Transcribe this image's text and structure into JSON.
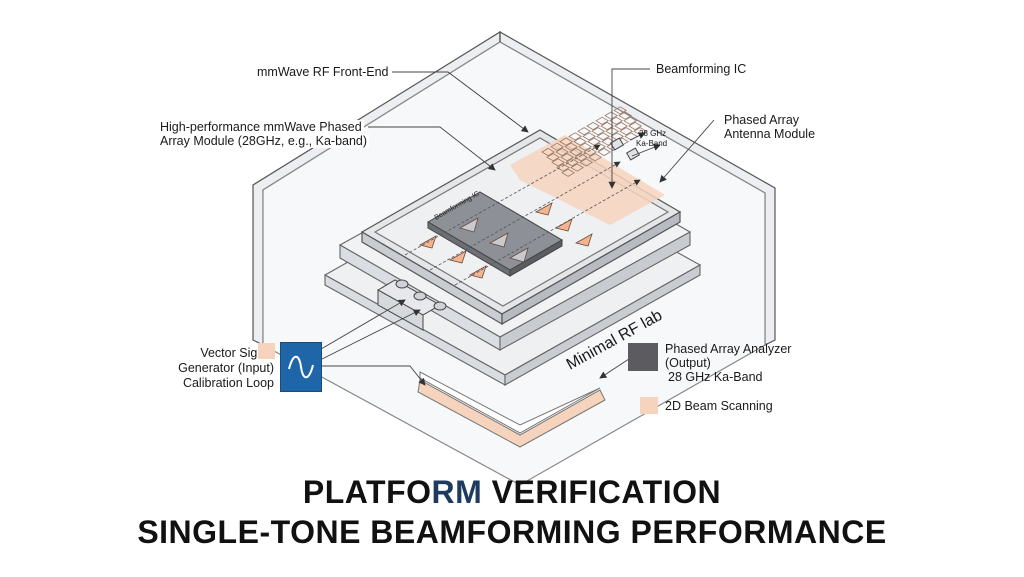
{
  "diagram": {
    "labels": {
      "rf_front_end": "mmWave RF Front-End",
      "module_line1": "High-performance mmWave Phased",
      "module_line2": "Array Module (28GHz, e.g., Ka-band)",
      "beamforming_ic": "Beamforming IC",
      "antenna_line1": "Phased Array",
      "antenna_line2": "Antenna Module",
      "band_line1": "28 GHz",
      "band_line2": "Ka-Band",
      "chip_label": "Beamforming IC",
      "lab_label": "Minimal RF lab",
      "vsg_line1": "Vector Signal",
      "vsg_line2": "Generator (Input)",
      "vsg_line3": "Calibration Loop",
      "analyzer_line1": "Phased Array Analyzer",
      "analyzer_line2": "(Output)",
      "analyzer_line3": "28 GHz Ka-Band",
      "legend_scan": "2D Beam Scanning"
    },
    "colors": {
      "signal_generator": "#1f66a8",
      "analyzer": "#5c5c60",
      "accent_peach": "#f6d3bd",
      "title_accent": "#1e3a5f"
    },
    "icons": {
      "signal_generator": "sine-wave-icon"
    }
  },
  "title": {
    "line1_prefix": "PLATFO",
    "line1_accent": "RM",
    "line1_suffix": " VERIFICATION",
    "line2": "SINGLE-TONE BEAMFORMING PERFORMANCE"
  }
}
